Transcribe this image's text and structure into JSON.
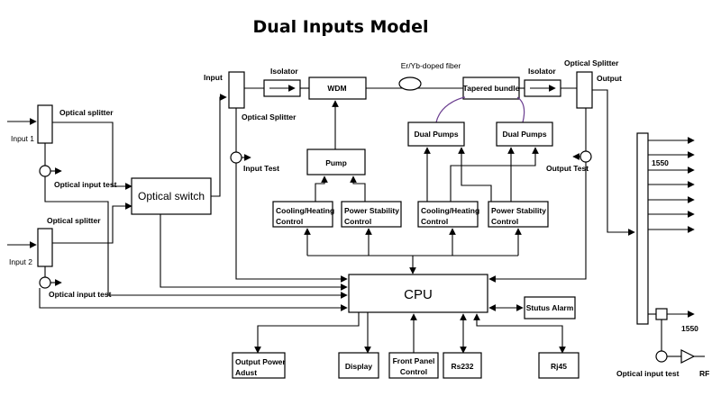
{
  "title": "Dual Inputs Model",
  "labels": {
    "input1": "Input 1",
    "input2": "Input 2",
    "optical_splitter_1": "Optical splitter",
    "optical_splitter_2": "Optical splitter",
    "optical_input_test_1": "Optical input test",
    "optical_input_test_2": "Optical input test",
    "optical_switch": "Optical switch",
    "input": "Input",
    "optical_splitter_mid": "Optical Splitter",
    "input_test": "Input Test",
    "isolator_1": "Isolator",
    "wdm": "WDM",
    "fiber": "Er/Yb-doped fiber",
    "tapered_bundle": "Tapered bundle",
    "isolator_2": "Isolator",
    "optical_splitter_out": "Optical Splitter",
    "output": "Output",
    "output_test": "Output Test",
    "pump": "Pump",
    "dual_pumps_1": "Dual Pumps",
    "dual_pumps_2": "Dual Pumps",
    "cooling_1_l1": "Cooling/Heating",
    "cooling_1_l2": "Control",
    "power_1_l1": "Power Stability",
    "power_1_l2": "Control",
    "cooling_2_l1": "Cooling/Heating",
    "cooling_2_l2": "Control",
    "power_2_l1": "Power Stability",
    "power_2_l2": "Control",
    "cpu": "CPU",
    "status_alarm": "Stutus Alarm",
    "output_power_l1": "Output Power",
    "output_power_l2": "Adust",
    "display": "Display",
    "front_panel_l1": "Front Panel",
    "front_panel_l2": "Control",
    "rs232": "Rs232",
    "rj45": "Rj45",
    "out_1550_top": "1550",
    "out_1550_bottom": "1550",
    "optical_input_test_right": "Optical input test",
    "rf": "RF"
  }
}
